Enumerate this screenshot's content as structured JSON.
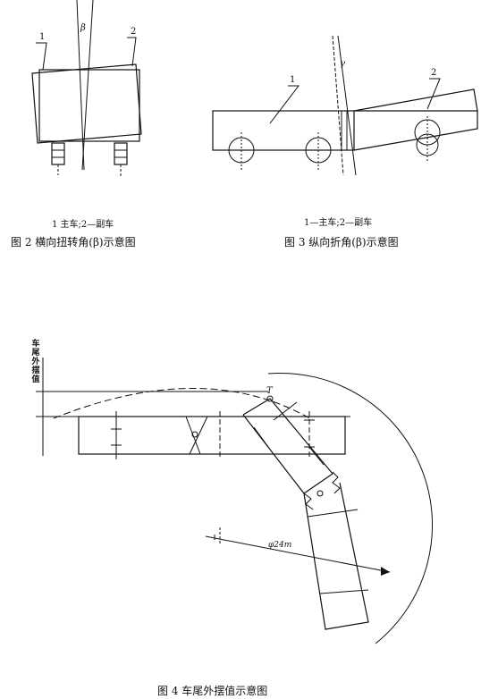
{
  "fig2": {
    "legend": "1  主车;2—副车",
    "title": "图 2   横向扭转角(β)示意图",
    "angle_symbol": "β",
    "callout_1": "1",
    "callout_2": "2"
  },
  "fig3": {
    "legend": "1—主车;2—副车",
    "title": "图 3   纵向折角(β)示意图",
    "angle_symbol": "γ",
    "callout_1": "1",
    "callout_2": "2"
  },
  "fig4": {
    "title": "图 4    车尾外摆值示意图",
    "vertical_label": "车尾外摆值",
    "point_label": "T",
    "radius_label": "φ24m"
  }
}
